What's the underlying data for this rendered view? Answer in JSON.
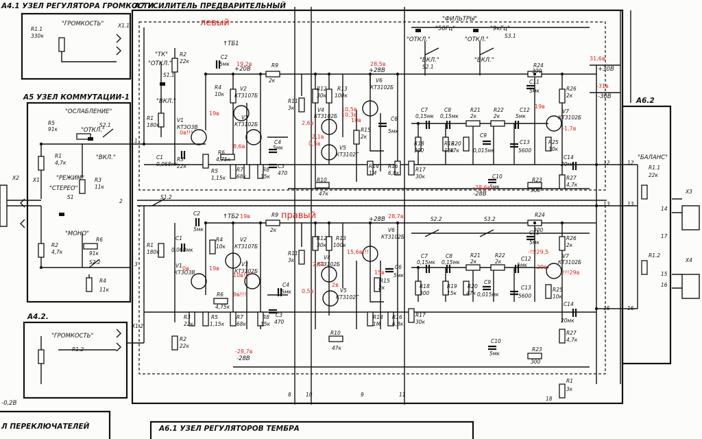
{
  "blocks": {
    "a41_title": "А4.1 УЗЕЛ РЕГУЛЯТОРА ГРОМКОСТИ",
    "a7_title": "А7 УСИЛИТЕЛЬ ПРЕДВАРИТЕЛЬНЫЙ",
    "a5_title": "А5 УЗЕЛ КОММУТАЦИИ-1",
    "a42_title": "А4.2.",
    "a62_title": "А6.2",
    "a61_title": "А6.1 УЗЕЛ РЕГУЛЯТОРОВ ТЕМБРА",
    "switches_title": "Л ПЕРЕКЛЮЧАТЕЛЕЙ"
  },
  "channels": {
    "left": "левый",
    "right": "правый"
  },
  "labels": {
    "gromkost1": "\"ГРОМКОСТЬ\"",
    "gromkost2": "\"ГРОМКОСТЬ\"",
    "filtry": "\"ФИЛЬТРЫ\"",
    "balans": "\"БАЛАНС\"",
    "oslablenie": "\"ОСЛАБЛЕНИЕ\"",
    "rezhim": "\"РЕЖИМ\"",
    "stereo": "\"СТЕРЕО\"",
    "mono": "\"МОНО\"",
    "otkl1": "\"ОТКЛ.\"",
    "vkl1": "\"ВКЛ.\"",
    "tk": "\"ТК\"",
    "otkl_tk": "\"ОТКЛ.\"",
    "vkl_tk": "\"ВКЛ.\"",
    "f50": "\"50Гц\"",
    "f9k": "\"9кГц\"",
    "otkl_f1": "\"ОТКЛ.\"",
    "otkl_f2": "\"ОТКЛ.\"",
    "vkl_f1": "\"ВКЛ.\"",
    "vkl_f2": "\"ВКЛ.\"",
    "tb1": "↑ТБ1",
    "tb2": "↑ТБ2",
    "plus30": "+30В",
    "minus30": "-30В",
    "plus20": "+20В",
    "plus28a": "+28В",
    "plus28b": "+28В",
    "minus28a": "-28В",
    "minus28b": "-28В",
    "minus02": "-0,2В"
  },
  "components": {
    "R11": "R1.1",
    "R11v": "330к",
    "R5": "R5",
    "R5v": "91к",
    "R1a5": "R1",
    "R1a5v": "4,7к",
    "R2a5": "R2",
    "R2a5v": "4,7к",
    "R3a5": "R3",
    "R3a5v": "11к",
    "R6a5": "R6",
    "R6a5v": "91к",
    "R4a5": "R4",
    "R4a5v": "11к",
    "S21": "S2.1",
    "S1": "S1",
    "S22": "S2.2",
    "R12": "R1.2",
    "X1": "X1",
    "X2": "X2",
    "X11": "X1.1",
    "X12": "X1.2",
    "R2t": "R2",
    "R2tv": "22к",
    "S11": "S1.1",
    "S12": "S1.2",
    "R1t": "R1",
    "R1tv": "180к",
    "C1t": "C1",
    "C1tv": "0,068мк",
    "V1t": "V1",
    "V1tv": "КТ3О3В",
    "C2t": "C2",
    "C2tv": "5мк",
    "R3t": "R3",
    "R3tv": "22к",
    "R4t": "R4",
    "R4tv": "10к",
    "V2t": "V2",
    "V2tv": "КТ3107Б",
    "V3t": "V3",
    "V3tv": "КТ3102Б",
    "R5t": "R5",
    "R5tv": "1,15к",
    "R6t": "R6",
    "R6tv": "4,75к",
    "R7t": "R7",
    "R7tv": "68к",
    "R8t": "R8",
    "R8tv": "15к",
    "C3t": "C3",
    "C3tv": "470",
    "C4t": "C4",
    "C4tv": "5мк",
    "R9t": "R9",
    "R9tv": "2к",
    "R10t": "R10",
    "R10tv": "47к",
    "R11t": "R11",
    "R11tv": "3к",
    "R12t": "R12",
    "R12tv": "30к",
    "R13t": "R13",
    "R13tv": "100к",
    "V4t": "V4",
    "V4tv": "КТ3102Б",
    "V5t": "V5",
    "V5tv": "КТ3102Г",
    "V6t": "V6",
    "V6tv": "КТ3102Б",
    "R14t": "R14",
    "R14tv": "1М",
    "R15t": "R15",
    "R15tv": "2к",
    "R16t": "R16",
    "R16tv": "6,8к",
    "C6t": "C6",
    "C6tv": "5мк",
    "R17t": "R17",
    "R17tv": "30к",
    "R18t": "R18",
    "R18tv": "300",
    "R19t": "R19",
    "R19tv": "15к",
    "R20t": "R20",
    "R20tv": "47к",
    "R21t": "R21",
    "R21tv": "2к",
    "R22t": "R22",
    "R22tv": "2к",
    "C7t": "C7",
    "C7tv": "0,15мк",
    "C8t": "C8",
    "C8tv": "0,15мк",
    "C9t": "C9",
    "C9tv": "0,015мк",
    "C10t": "C10",
    "C10tv": "5мк",
    "C11t": "C11",
    "C11tv": "5мк",
    "C12t": "C12",
    "C12tv": "5мк",
    "C13t": "C13",
    "C13tv": "5600",
    "C14t": "C14",
    "C14tv": "20мк",
    "R23t": "R23",
    "R23tv": "300",
    "R24t": "R24",
    "R24tv": "300",
    "R25t": "R25",
    "R25tv": "10к",
    "R26t": "R26",
    "R26tv": "2к",
    "R27t": "R27",
    "R27tv": "4,7к",
    "V7t": "V7",
    "V7tv": "КТ3102Б",
    "S21f": "S2.1",
    "S31f": "S3.1",
    "S22f": "S2.2",
    "S32f": "S3.2",
    "R11b": "R1.1",
    "R11bv": "22к",
    "R12b": "R1.2",
    "X3": "X3",
    "X4": "X4",
    "R1b": "R1",
    "R1bv": "3к"
  },
  "voltages": {
    "v_192": "19,2в",
    "v_285": "28,5в",
    "v_316": "31,6в",
    "v_31": "-31в",
    "v_105": "10,5в",
    "v_103": "10,3в",
    "v_26": "2,6в",
    "v_21": "2,1в",
    "v_05": "0,5в",
    "v_19": "19в",
    "v_19b": "19в",
    "v_10": "10в",
    "v_17": "-1,7в",
    "v_286": "-28,6в",
    "v_0b": "0в!!!",
    "v_86": "8,6в",
    "v_19r": "19в",
    "v_287": "28,7в",
    "v_25": "2,5в",
    "v_0r": "0в",
    "v_19r2": "19в",
    "v_10r": "10в!!!",
    "v_9": "9в!!!",
    "v_156": "15,6в!!!",
    "v_2r": "2в",
    "v_05r": "0,5в",
    "v_15r": "15в",
    "v_295": "-!!!29,5",
    "v_29": "-29в",
    "v_29b": "-!!!29в",
    "v_287r": "-28,7в"
  }
}
